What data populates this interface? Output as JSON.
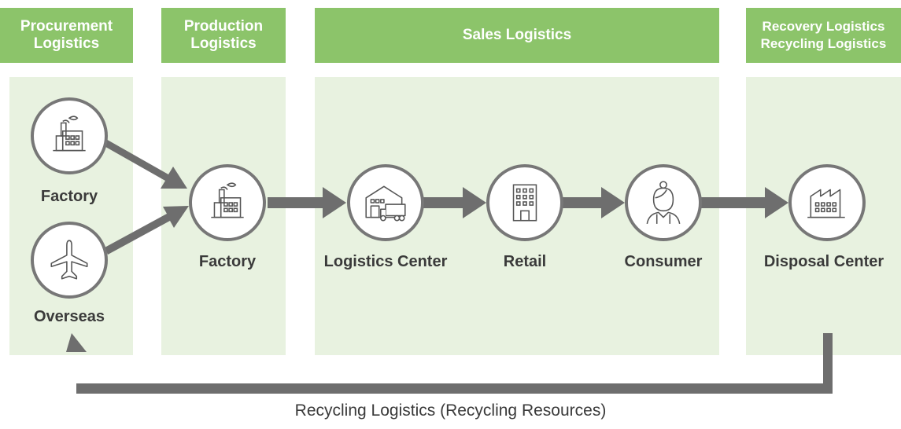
{
  "headers": {
    "procurement": [
      "Procurement",
      "Logistics"
    ],
    "production": [
      "Production",
      "Logistics"
    ],
    "sales": "Sales Logistics",
    "recovery": [
      "Recovery Logistics",
      "Recycling Logistics"
    ]
  },
  "nodes": {
    "factory_supplier": "Factory",
    "overseas": "Overseas",
    "factory": "Factory",
    "logistics_center": "Logistics Center",
    "retail": "Retail",
    "consumer": "Consumer",
    "disposal_center": "Disposal Center"
  },
  "icons": {
    "factory_supplier": "factory-icon",
    "overseas": "airplane-icon",
    "factory": "factory-icon",
    "logistics_center": "warehouse-truck-icon",
    "retail": "building-icon",
    "consumer": "person-icon",
    "disposal_center": "factory-icon"
  },
  "caption": "Recycling Logistics (Recycling Resources)",
  "colors": {
    "header": "#8cc46a",
    "zone": "#e8f2e0",
    "arrow": "#6e6e6e",
    "node_border": "#777777"
  }
}
